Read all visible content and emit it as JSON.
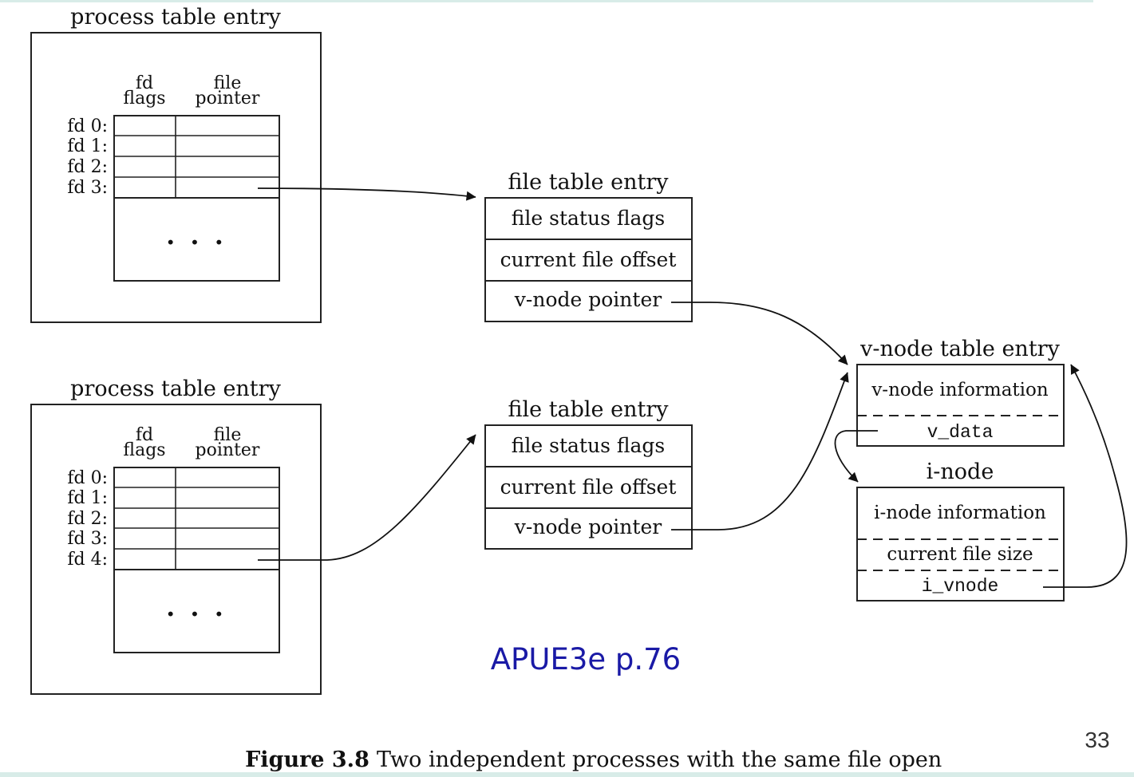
{
  "colors": {
    "reference": "#1a1aa6",
    "ink": "#111111",
    "accent_bar": "#d8ece8"
  },
  "process_tables": [
    {
      "title": "process table entry",
      "col_fd_flags": [
        "fd",
        "flags"
      ],
      "col_file_pointer": [
        "file",
        "pointer"
      ],
      "fds": [
        "fd 0:",
        "fd 1:",
        "fd 2:",
        "fd 3:"
      ],
      "ellipsis": ". . ."
    },
    {
      "title": "process table entry",
      "col_fd_flags": [
        "fd",
        "flags"
      ],
      "col_file_pointer": [
        "file",
        "pointer"
      ],
      "fds": [
        "fd 0:",
        "fd 1:",
        "fd 2:",
        "fd 3:",
        "fd 4:"
      ],
      "ellipsis": ". . ."
    }
  ],
  "file_tables": [
    {
      "title": "file table entry",
      "rows": [
        "file status flags",
        "current file offset",
        "v-node pointer"
      ]
    },
    {
      "title": "file table entry",
      "rows": [
        "file status flags",
        "current file offset",
        "v-node pointer"
      ]
    }
  ],
  "vnode": {
    "title": "v-node table entry",
    "info": "v-node information",
    "field": "v_data"
  },
  "inode": {
    "title": "i-node",
    "info": "i-node information",
    "size": "current file size",
    "field": "i_vnode"
  },
  "reference": "APUE3e p.76",
  "caption": {
    "label": "Figure 3.8",
    "text": "Two independent processes with the same file open"
  },
  "page_number": "33"
}
